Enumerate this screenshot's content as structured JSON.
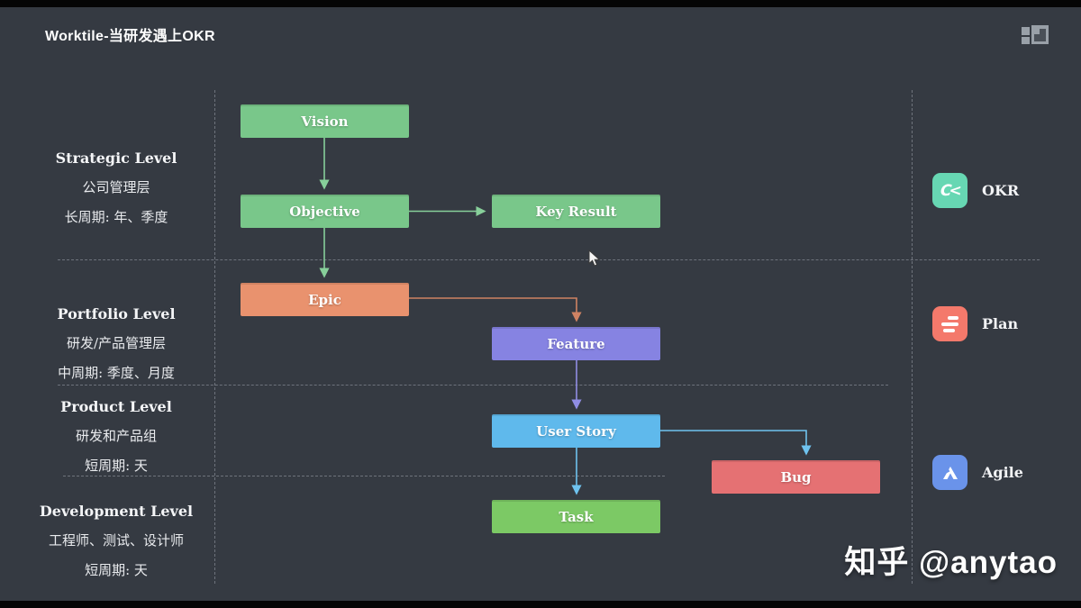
{
  "header": {
    "title": "Worktile-当研发遇上OKR",
    "window_icon": "grid-layout-icon"
  },
  "levels": [
    {
      "name": "Strategic Level",
      "lines": [
        "公司管理层",
        "长周期: 年、季度"
      ]
    },
    {
      "name": "Portfolio Level",
      "lines": [
        "研发/产品管理层",
        "中周期: 季度、月度"
      ]
    },
    {
      "name": "Product Level",
      "lines": [
        "研发和产品组",
        "短周期: 天"
      ]
    },
    {
      "name": "Development Level",
      "lines": [
        "工程师、测试、设计师",
        "短周期: 天"
      ]
    }
  ],
  "diagram": {
    "nodes": {
      "vision": {
        "label": "Vision",
        "color": "#79c78a"
      },
      "objective": {
        "label": "Objective",
        "color": "#79c78a"
      },
      "key_result": {
        "label": "Key Result",
        "color": "#79c78a"
      },
      "epic": {
        "label": "Epic",
        "color": "#e9926e"
      },
      "feature": {
        "label": "Feature",
        "color": "#8683e2"
      },
      "user_story": {
        "label": "User Story",
        "color": "#5fb9ec"
      },
      "task": {
        "label": "Task",
        "color": "#7cc965"
      },
      "bug": {
        "label": "Bug",
        "color": "#e57173"
      }
    },
    "edges": [
      "Vision→Objective",
      "Objective→Key Result",
      "Objective→Epic",
      "Epic→Feature",
      "Feature→User Story",
      "User Story→Task",
      "User Story→Bug"
    ]
  },
  "legend": {
    "items": [
      {
        "label": "OKR",
        "icon": "okr-icon",
        "color": "#67d7b3"
      },
      {
        "label": "Plan",
        "icon": "plan-icon",
        "color": "#f4796b"
      },
      {
        "label": "Agile",
        "icon": "agile-icon",
        "color": "#6a93ea"
      }
    ]
  },
  "watermark": {
    "text": "知乎 @anytao"
  }
}
